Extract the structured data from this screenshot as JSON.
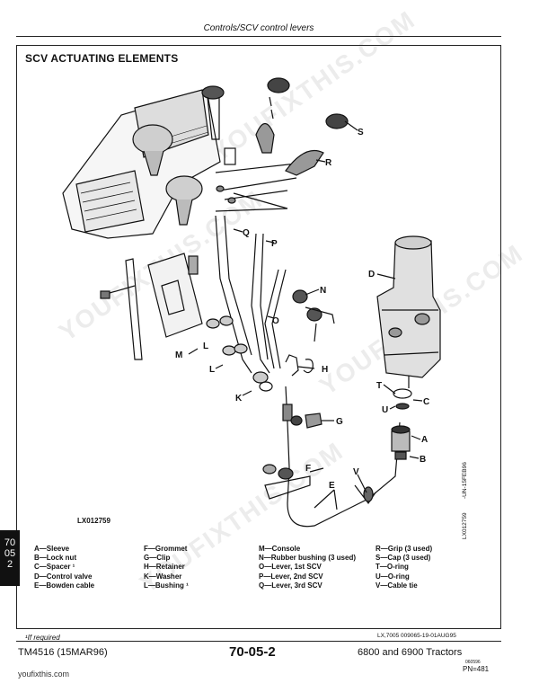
{
  "header": {
    "section_title": "Controls/SCV control levers"
  },
  "figure": {
    "title": "SCV ACTUATING ELEMENTS",
    "figure_id": "LX012759",
    "side_codes": [
      "-UN-15FEB96",
      "LX012759"
    ],
    "callouts": [
      "A",
      "B",
      "C",
      "D",
      "E",
      "F",
      "G",
      "H",
      "K",
      "L",
      "L",
      "M",
      "N",
      "O",
      "P",
      "Q",
      "R",
      "S",
      "T",
      "U",
      "V"
    ]
  },
  "legend": {
    "col1": [
      "A—Sleeve",
      "B—Lock nut",
      "C—Spacer ¹",
      "D—Control valve",
      "E—Bowden cable"
    ],
    "col2": [
      "F—Grommet",
      "G—Clip",
      "H—Retainer",
      "K—Washer",
      "L—Bushing ¹"
    ],
    "col3": [
      "M—Console",
      "N—Rubber bushing (3 used)",
      "O—Lever, 1st SCV",
      "P—Lever, 2nd SCV",
      "Q—Lever, 3rd SCV"
    ],
    "col4": [
      "R—Grip (3 used)",
      "S—Cap (3 used)",
      "T—O-ring",
      "U—O-ring",
      "V—Cable tie"
    ]
  },
  "footnote": "¹If required",
  "footer": {
    "ref_code": "LX,7005 009065-19-01AUG95",
    "manual_id": "TM4516 (15MAR96)",
    "page_number": "70-05-2",
    "tractors": "6800 and 6900 Tractors",
    "small_code": "060596",
    "pn": "PN=481",
    "site": "youfixthis.com"
  },
  "tab": {
    "lines": [
      "70",
      "05",
      "2"
    ]
  },
  "watermark": "YOUFIXTHIS.COM"
}
